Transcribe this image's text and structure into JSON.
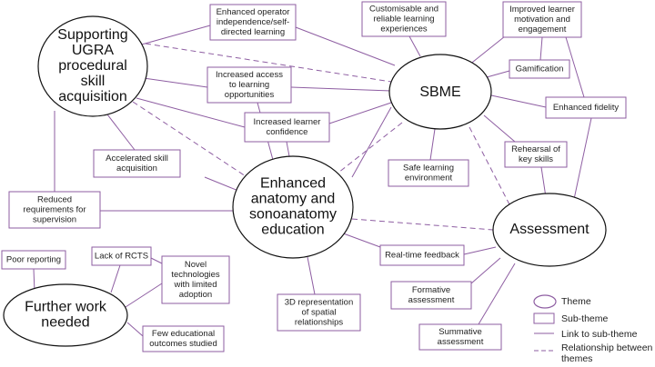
{
  "themes": {
    "ugra": [
      "Supporting",
      "UGRA",
      "procedural",
      "skill",
      "acquisition"
    ],
    "sbme": [
      "SBME"
    ],
    "anatomy": [
      "Enhanced",
      "anatomy and",
      "sonoanatomy",
      "education"
    ],
    "assessment": [
      "Assessment"
    ],
    "further": [
      "Further work",
      "needed"
    ]
  },
  "subthemes": {
    "operator": [
      "Enhanced operator",
      "independence/self-",
      "directed learning"
    ],
    "custom": [
      "Customisable and",
      "reliable learning",
      "experiences"
    ],
    "motivation": [
      "Improved learner",
      "motivation and",
      "engagement"
    ],
    "gamification": [
      "Gamification"
    ],
    "access": [
      "Increased access",
      "to learning",
      "opportunities"
    ],
    "fidelity": [
      "Enhanced fidelity"
    ],
    "confidence": [
      "Increased learner",
      "confidence"
    ],
    "rehearsal": [
      "Rehearsal of",
      "key skills"
    ],
    "accelerated": [
      "Accelerated skill",
      "acquisition"
    ],
    "safe": [
      "Safe learning",
      "environment"
    ],
    "supervision": [
      "Reduced",
      "requirements for",
      "supervision"
    ],
    "feedback": [
      "Real-time feedback"
    ],
    "poor": [
      "Poor reporting"
    ],
    "rcts": [
      "Lack of RCTS"
    ],
    "novel": [
      "Novel",
      "technologies",
      "with limited",
      "adoption"
    ],
    "formative": [
      "Formative",
      "assessment"
    ],
    "spatial": [
      "3D representation",
      "of spatial",
      "relationships"
    ],
    "outcomes": [
      "Few educational",
      "outcomes studied"
    ],
    "summative": [
      "Summative",
      "assessment"
    ]
  },
  "legend": {
    "theme": "Theme",
    "subtheme": "Sub-theme",
    "link": "Link to sub-theme",
    "relationship": [
      "Relationship between",
      "themes"
    ]
  },
  "colors": {
    "stroke": "#8e5ea2",
    "text": "#111111"
  }
}
